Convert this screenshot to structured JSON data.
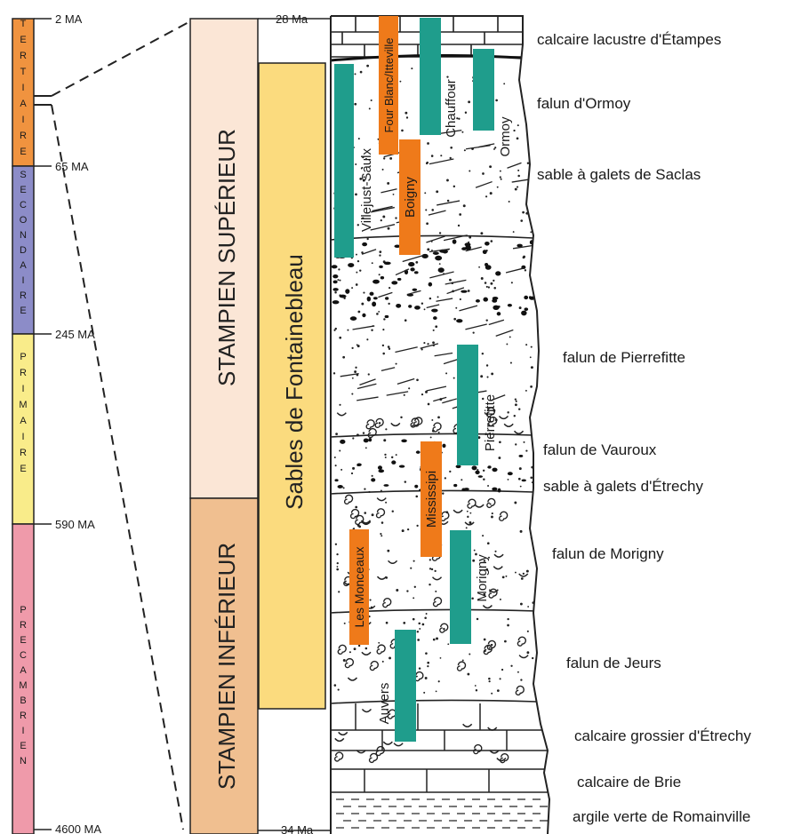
{
  "eras": [
    {
      "name": "TERTIAIRE",
      "color": "#f0933f"
    },
    {
      "name": "SECONDAIRE",
      "color": "#8c8cc8"
    },
    {
      "name": "PRIMAIRE",
      "color": "#f9ec8a"
    },
    {
      "name": "PRECAMBRIEN",
      "color": "#ef9aaa"
    }
  ],
  "age_markers": {
    "m1": "2 MA",
    "m2": "65 MA",
    "m3": "245 MA",
    "m4": "590 MA",
    "m5": "4600 MA"
  },
  "stampien": {
    "superieur": {
      "label": "STAMPIEN SUPÉRIEUR",
      "color": "#fbe6d6"
    },
    "inferieur": {
      "label": "STAMPIEN INFÉRIEUR",
      "color": "#f0bf90"
    }
  },
  "sables": {
    "label": "Sables de Fontainebleau",
    "color": "#fbdb7e"
  },
  "column_ages": {
    "top": "28 Ma",
    "bottom": "34 Ma"
  },
  "layers": [
    "calcaire lacustre d'Étampes",
    "falun d'Ormoy",
    "sable à galets de Saclas",
    "falun de Pierrefitte",
    "falun de Vauroux",
    "sable à galets d'Étrechy",
    "falun de Morigny",
    "falun de Jeurs",
    "calcaire grossier d'Étrechy",
    "calcaire de Brie",
    "argile verte de Romainville"
  ],
  "localities": {
    "teal": [
      "Villejust-Saulx",
      "Chauffour",
      "Ormoy",
      "Pierrefitte",
      "Morigny",
      "Auvers"
    ],
    "orange": [
      "Four Blanc/Itteville",
      "Boigny",
      "Mississipi",
      "Les Monceaux"
    ]
  },
  "colors": {
    "teal": "#1f9d8c",
    "orange": "#ef7a1a"
  }
}
